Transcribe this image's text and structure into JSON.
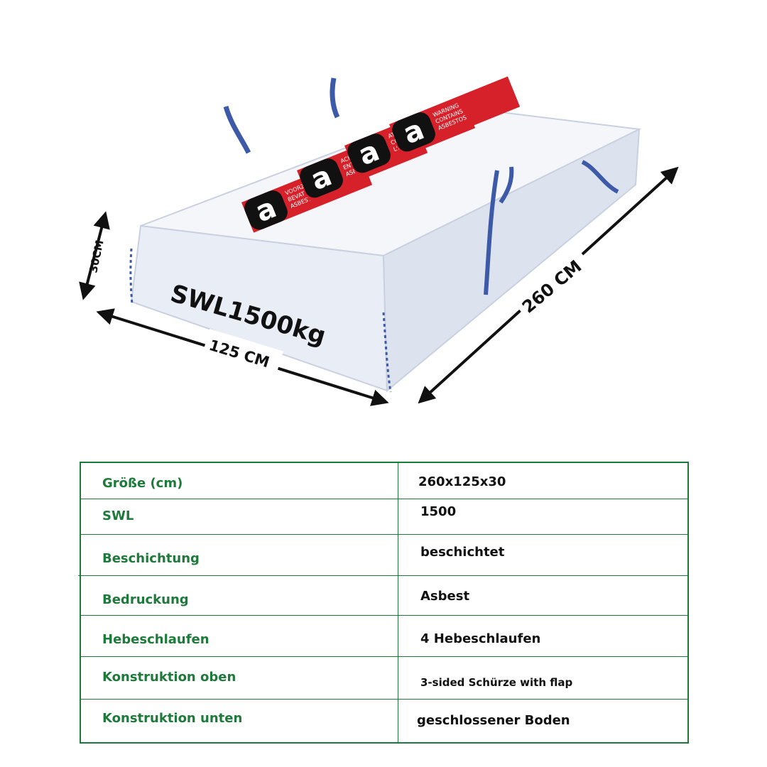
{
  "illustration": {
    "bag_load_label": "SWL1500kg",
    "dimensions": {
      "height": "30CM",
      "width": "125 CM",
      "length": "260 CM"
    },
    "panels": [
      {
        "letter": "a",
        "text": [
          "VOORZICHTIG",
          "BEVAT",
          "ASBEST"
        ]
      },
      {
        "letter": "a",
        "text": [
          "ACHTUNG",
          "ENTHÄLT",
          "ASBEST"
        ]
      },
      {
        "letter": "a",
        "text": [
          "ATTENTION",
          "CONTIENT DE",
          "L'AMIANTE"
        ]
      },
      {
        "letter": "a",
        "text": [
          "WARNING",
          "CONTAINS",
          "ASBESTOS"
        ]
      }
    ],
    "colors": {
      "panel_red": "#d6202a",
      "panel_black": "#111111",
      "loop_blue": "#3d5aa8",
      "bag_white": "#f4f6fa"
    }
  },
  "specs": {
    "rows": [
      {
        "label": "Größe (cm)",
        "value": "260x125x30"
      },
      {
        "label": "SWL",
        "value": "1500"
      },
      {
        "label": "Beschichtung",
        "value": "beschichtet"
      },
      {
        "label": "Bedruckung",
        "value": "Asbest"
      },
      {
        "label": "Hebeschlaufen",
        "value": "4 Hebeschlaufen"
      },
      {
        "label": "Konstruktion oben",
        "value": "3-sided Schürze with flap"
      },
      {
        "label": "Konstruktion unten",
        "value": "geschlossener Boden"
      }
    ],
    "colors": {
      "label_green": "#1e7a3a",
      "border_green": "#1e7a3a"
    }
  }
}
